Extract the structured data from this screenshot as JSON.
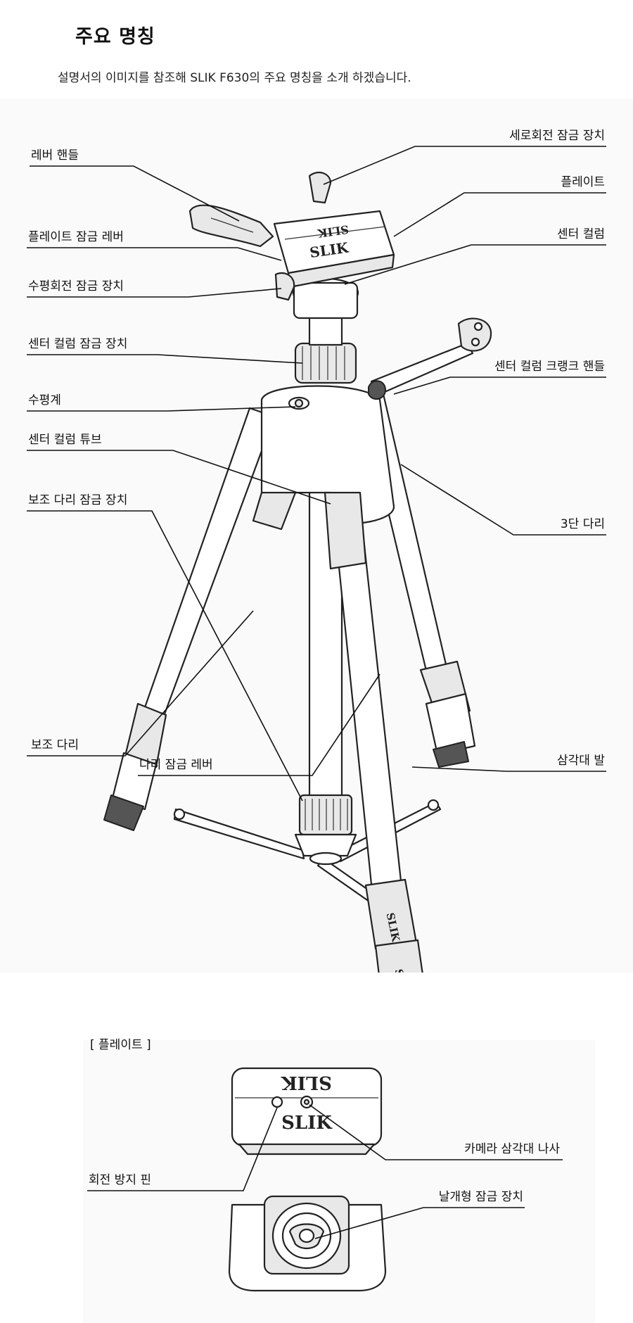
{
  "header": {
    "title": "주요 명칭",
    "intro": "설명서의 이미지를 참조해 SLIK F630의 주요 명칭을 소개 하겠습니다."
  },
  "diagram_main": {
    "labels": {
      "lever_handle": "레버 핸들",
      "tilt_lock": "세로회전 잠금 장치",
      "plate": "플레이트",
      "plate_lock_lever": "플레이트 잠금 레버",
      "center_column": "센터 컬럼",
      "pan_lock": "수평회전 잠금 장치",
      "center_column_lock": "센터 컬럼 잠금 장치",
      "crank_handle": "센터 컬럼 크랭크 핸들",
      "level": "수평계",
      "center_column_tube": "센터 컬럼 튜브",
      "brace_lock": "보조 다리 잠금 장치",
      "three_section_leg": "3단 다리",
      "brace_leg": "보조 다리",
      "leg_lock_lever": "다리 잠금 레버",
      "tripod_foot": "삼각대 발"
    },
    "brand": "SLIK"
  },
  "diagram_plate": {
    "heading": "[ 플레이트 ]",
    "labels": {
      "camera_screw": "카메라 삼각대 나사",
      "anti_twist_pin": "회전 방지 핀",
      "wing_lock": "날개형 잠금 장치"
    },
    "brand": "SLIK"
  }
}
